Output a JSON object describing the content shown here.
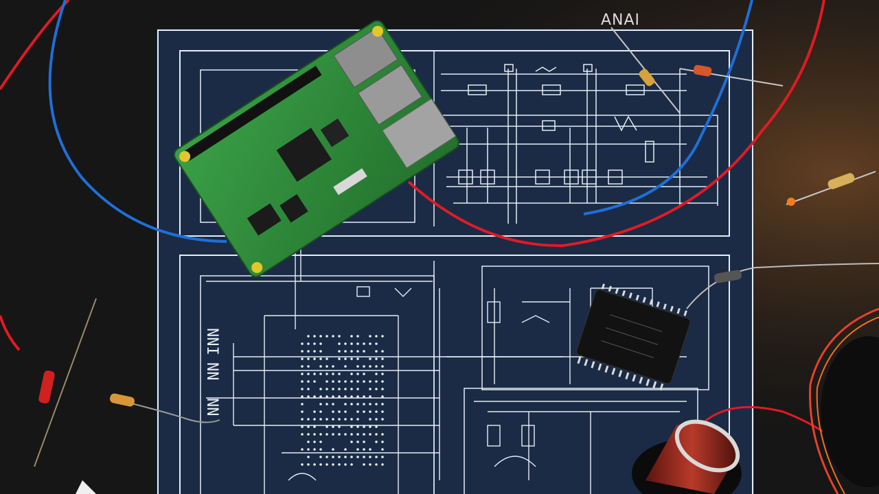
{
  "scene": {
    "description_tag": "photo",
    "colors": {
      "background": "#151515",
      "blueprint": "#1b2b45",
      "line": "#e6eef7",
      "board_green": "#2e8b3a",
      "wire_red": "#e01b24",
      "wire_blue": "#1f6fd8"
    }
  },
  "labels": {
    "top_text": "ANAI",
    "side_text_1": "NNI",
    "side_text_2": "NN",
    "side_text_3": "NN"
  }
}
